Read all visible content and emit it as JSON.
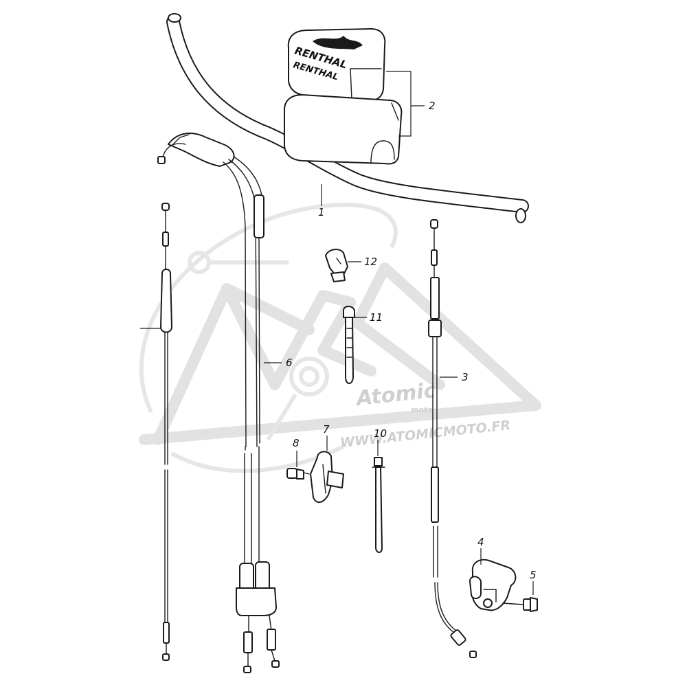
{
  "watermark": {
    "logo_text": "Atomic",
    "logo_sub": "moto",
    "url": "WWW.ATOMICMOTO.FR"
  },
  "pad_brand": {
    "line1": "RENTHAL",
    "line2": "RENTHAL"
  },
  "callouts": [
    {
      "id": "1",
      "label": "1"
    },
    {
      "id": "2",
      "label": "2"
    },
    {
      "id": "3",
      "label": "3"
    },
    {
      "id": "4",
      "label": "4"
    },
    {
      "id": "5",
      "label": "5"
    },
    {
      "id": "6",
      "label": "6"
    },
    {
      "id": "7",
      "label": "7"
    },
    {
      "id": "8",
      "label": "8"
    },
    {
      "id": "10",
      "label": "10"
    },
    {
      "id": "11",
      "label": "11"
    },
    {
      "id": "12",
      "label": "12"
    }
  ]
}
